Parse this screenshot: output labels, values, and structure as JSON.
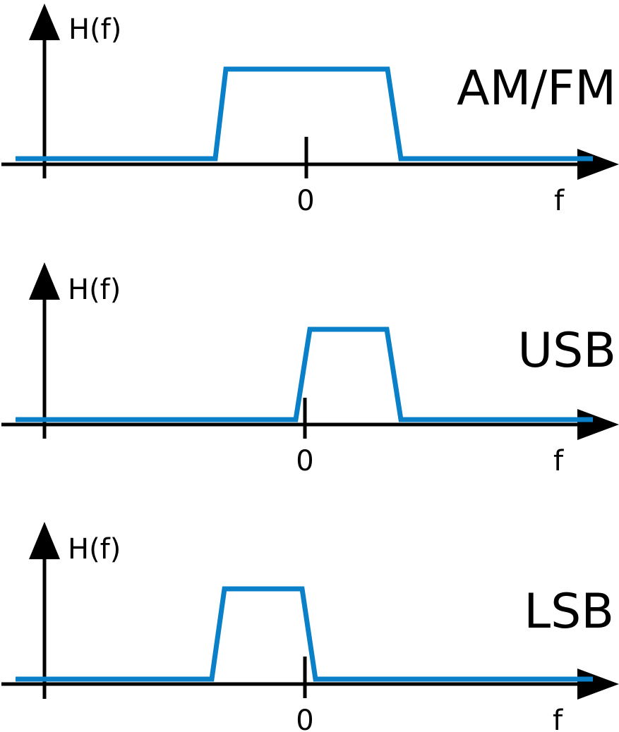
{
  "colors": {
    "response": "#0a80c8",
    "axis": "#000000",
    "background": "#ffffff"
  },
  "panels": [
    {
      "mode": "AM/FM",
      "y_axis_label": "H(f)",
      "x_axis_label": "f",
      "zero_label": "0",
      "passband": {
        "low": -1.0,
        "high": 1.0
      }
    },
    {
      "mode": "USB",
      "y_axis_label": "H(f)",
      "x_axis_label": "f",
      "zero_label": "0",
      "passband": {
        "low": 0.0,
        "high": 1.0
      }
    },
    {
      "mode": "LSB",
      "y_axis_label": "H(f)",
      "x_axis_label": "f",
      "zero_label": "0",
      "passband": {
        "low": -1.0,
        "high": 0.0
      }
    }
  ]
}
